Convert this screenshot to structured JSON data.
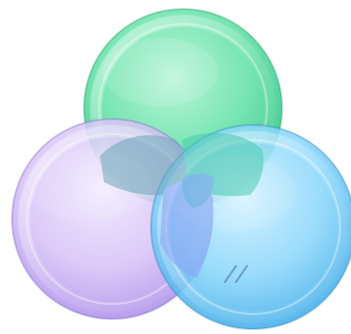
{
  "discs": [
    {
      "id": "green-disc",
      "color": "#4de0a0"
    },
    {
      "id": "purple-disc",
      "color": "#c8a6f4"
    },
    {
      "id": "blue-disc",
      "color": "#63c8f7"
    }
  ],
  "marks": {
    "blue_disc_mark": "//"
  }
}
